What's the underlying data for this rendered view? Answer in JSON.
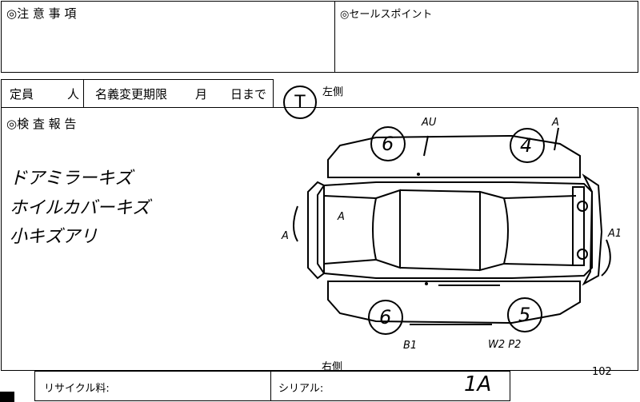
{
  "notes": {
    "title": "◎注 意 事 項"
  },
  "sales_point": {
    "title": "◎セールスポイント"
  },
  "capacity": {
    "label": "定員",
    "unit": "人"
  },
  "name_change": {
    "label": "名義変更期限",
    "month": "月",
    "day_until": "日まで"
  },
  "grade_badge": {
    "value": "T"
  },
  "inspection": {
    "title": "◎検 査 報 告",
    "handwritten_lines": [
      "ドアミラーキズ",
      "ホイルカバーキズ",
      "小キズアリ"
    ]
  },
  "diagram": {
    "left_side": "左側",
    "right_side": "右側",
    "tire_marks": {
      "front_left": "6",
      "rear_left": "4",
      "front_right": "6",
      "rear_right": "5"
    },
    "damage_codes": {
      "top_front": "AU",
      "top_rear": "A",
      "left_outer": "A",
      "left_inner": "A",
      "right_rear": "A1",
      "bottom_front": "B1",
      "bottom_rear": "W2 P2"
    }
  },
  "page_number": "102",
  "recycle_fee": {
    "label": "リサイクル料:"
  },
  "serial": {
    "label": "シリアル:",
    "value": "1A"
  }
}
